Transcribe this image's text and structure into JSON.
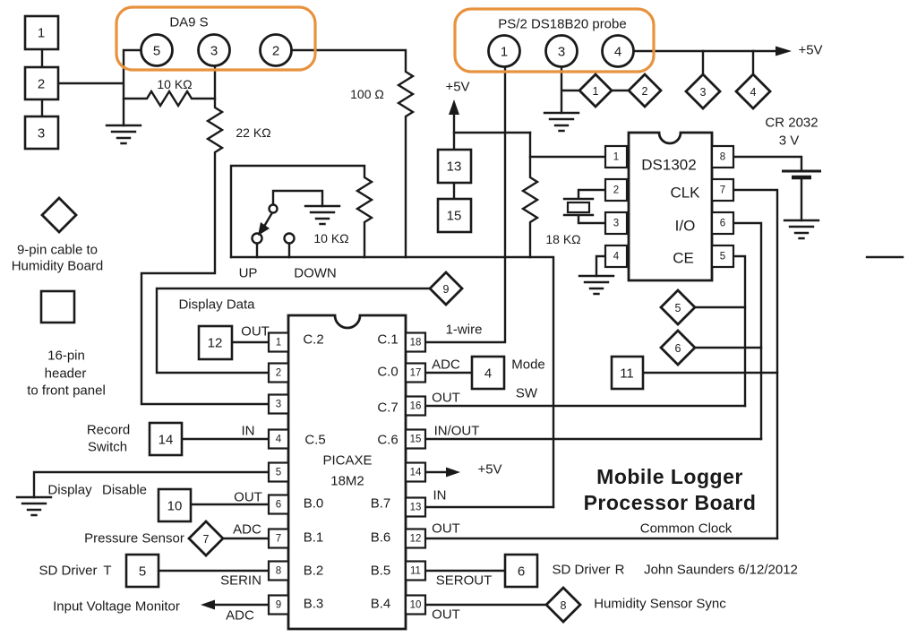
{
  "colors": {
    "wire": "#1a1a1a",
    "connector_outline": "#e8923d",
    "background": "#ffffff"
  },
  "title": {
    "line1": "Mobile Logger",
    "line2": "Processor Board",
    "credit": "John Saunders 6/12/2012"
  },
  "connectors": {
    "da9": {
      "label": "DA9 S",
      "pins": [
        "5",
        "3",
        "2"
      ]
    },
    "ps2": {
      "label": "PS/2 DS18B20 probe",
      "pins": [
        "1",
        "3",
        "4"
      ]
    }
  },
  "legend": {
    "diamond_caption1": "9-pin cable to",
    "diamond_caption2": "Humidity Board",
    "square_caption1": "16-pin",
    "square_caption2": "header",
    "square_caption3": "to front panel"
  },
  "power": {
    "v5": "+5V",
    "battery_name": "CR 2032",
    "battery_voltage": "3 V"
  },
  "resistors": {
    "r10k_a": "10 KΩ",
    "r22k": "22 KΩ",
    "r100": "100 Ω",
    "r10k_b": "10 KΩ",
    "r18k": "18 KΩ"
  },
  "rtc": {
    "name": "DS1302",
    "clk": "CLK",
    "io": "I/O",
    "ce": "CE",
    "pins_left": [
      "1",
      "2",
      "3",
      "4"
    ],
    "pins_right": [
      "8",
      "7",
      "6",
      "5"
    ]
  },
  "mcu": {
    "name": "PICAXE",
    "model": "18M2",
    "ports_left": [
      "C.2",
      "C.5",
      "B.0",
      "B.1",
      "B.2",
      "B.3"
    ],
    "ports_right": [
      "C.1",
      "C.0",
      "C.7",
      "C.6",
      "B.7",
      "B.6",
      "B.5",
      "B.4"
    ],
    "pins_left": [
      "1",
      "2",
      "3",
      "4",
      "5",
      "6",
      "7",
      "8",
      "9"
    ],
    "pins_right": [
      "18",
      "17",
      "16",
      "15",
      "14",
      "13",
      "12",
      "11",
      "10"
    ]
  },
  "switch": {
    "up": "UP",
    "down": "DOWN"
  },
  "signals": {
    "one_wire": "1-wire",
    "adc": "ADC",
    "out": "OUT",
    "in": "IN",
    "in_out": "IN/OUT",
    "serin": "SERIN",
    "serout": "SEROUT",
    "display_data": "Display Data",
    "common_clock": "Common Clock",
    "mode_line1": "Mode",
    "mode_line2": "SW"
  },
  "notes": {
    "record1": "Record",
    "record2": "Switch",
    "display_word": "Display",
    "disable_word": "Disable",
    "pressure": "Pressure Sensor",
    "sd_label_t": "SD Driver",
    "sd_t": "T",
    "sd_label_r": "SD Driver",
    "sd_r": "R",
    "input_voltage": "Input Voltage Monitor",
    "humidity_sync": "Humidity Sensor Sync"
  },
  "header_boxes": {
    "b1": "1",
    "b2": "2",
    "b3": "3",
    "b4": "4",
    "b5": "5",
    "b6": "6",
    "b10": "10",
    "b11": "11",
    "b12": "12",
    "b13": "13",
    "b14": "14",
    "b15": "15"
  },
  "humidity_diamonds": {
    "d1": "1",
    "d2": "2",
    "d3": "3",
    "d4": "4",
    "d5": "5",
    "d6": "6",
    "d7": "7",
    "d8": "8",
    "d9": "9"
  }
}
